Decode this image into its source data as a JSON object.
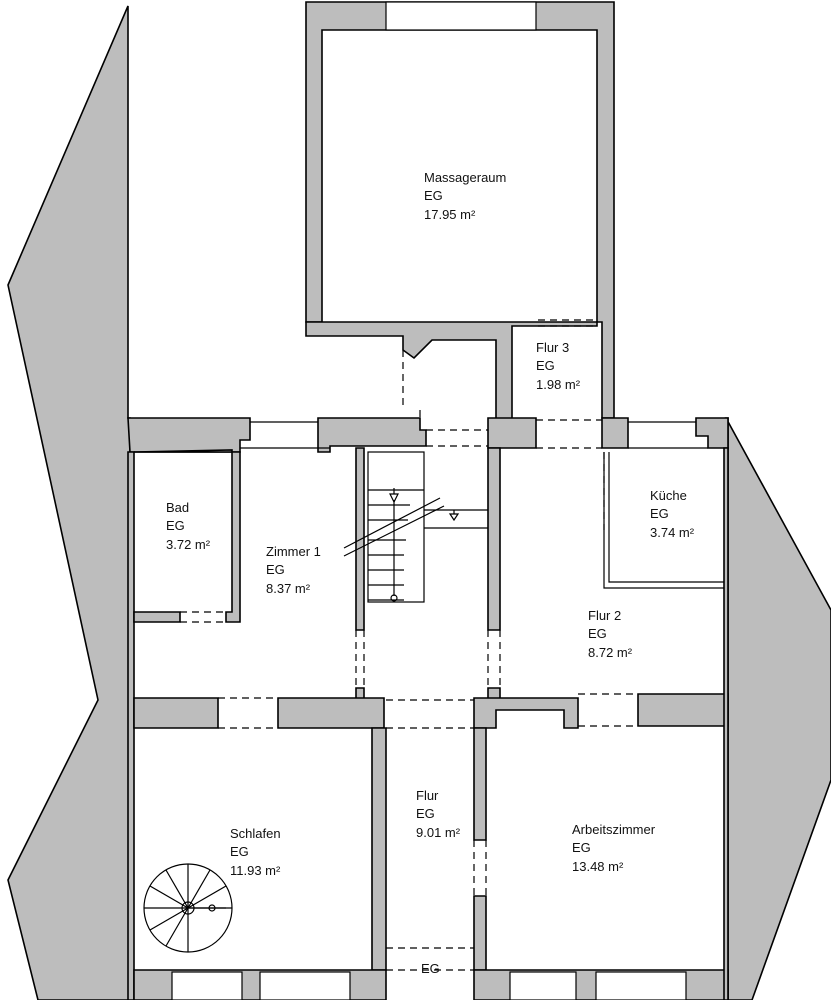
{
  "rooms": [
    {
      "name": "Massageraum",
      "floor": "EG",
      "area": "17.95 m²"
    },
    {
      "name": "Flur 3",
      "floor": "EG",
      "area": "1.98 m²"
    },
    {
      "name": "Bad",
      "floor": "EG",
      "area": "3.72 m²"
    },
    {
      "name": "Zimmer 1",
      "floor": "EG",
      "area": "8.37 m²"
    },
    {
      "name": "Küche",
      "floor": "EG",
      "area": "3.74 m²"
    },
    {
      "name": "Flur 2",
      "floor": "EG",
      "area": "8.72 m²"
    },
    {
      "name": "Flur",
      "floor": "EG",
      "area": "9.01 m²"
    },
    {
      "name": "Schlafen",
      "floor": "EG",
      "area": "11.93 m²"
    },
    {
      "name": "Arbeitszimmer",
      "floor": "EG",
      "area": "13.48 m²"
    }
  ],
  "entrance": {
    "label": "EG"
  },
  "colors": {
    "wall": "#bdbdbd",
    "line": "#000000",
    "background": "#ffffff"
  }
}
